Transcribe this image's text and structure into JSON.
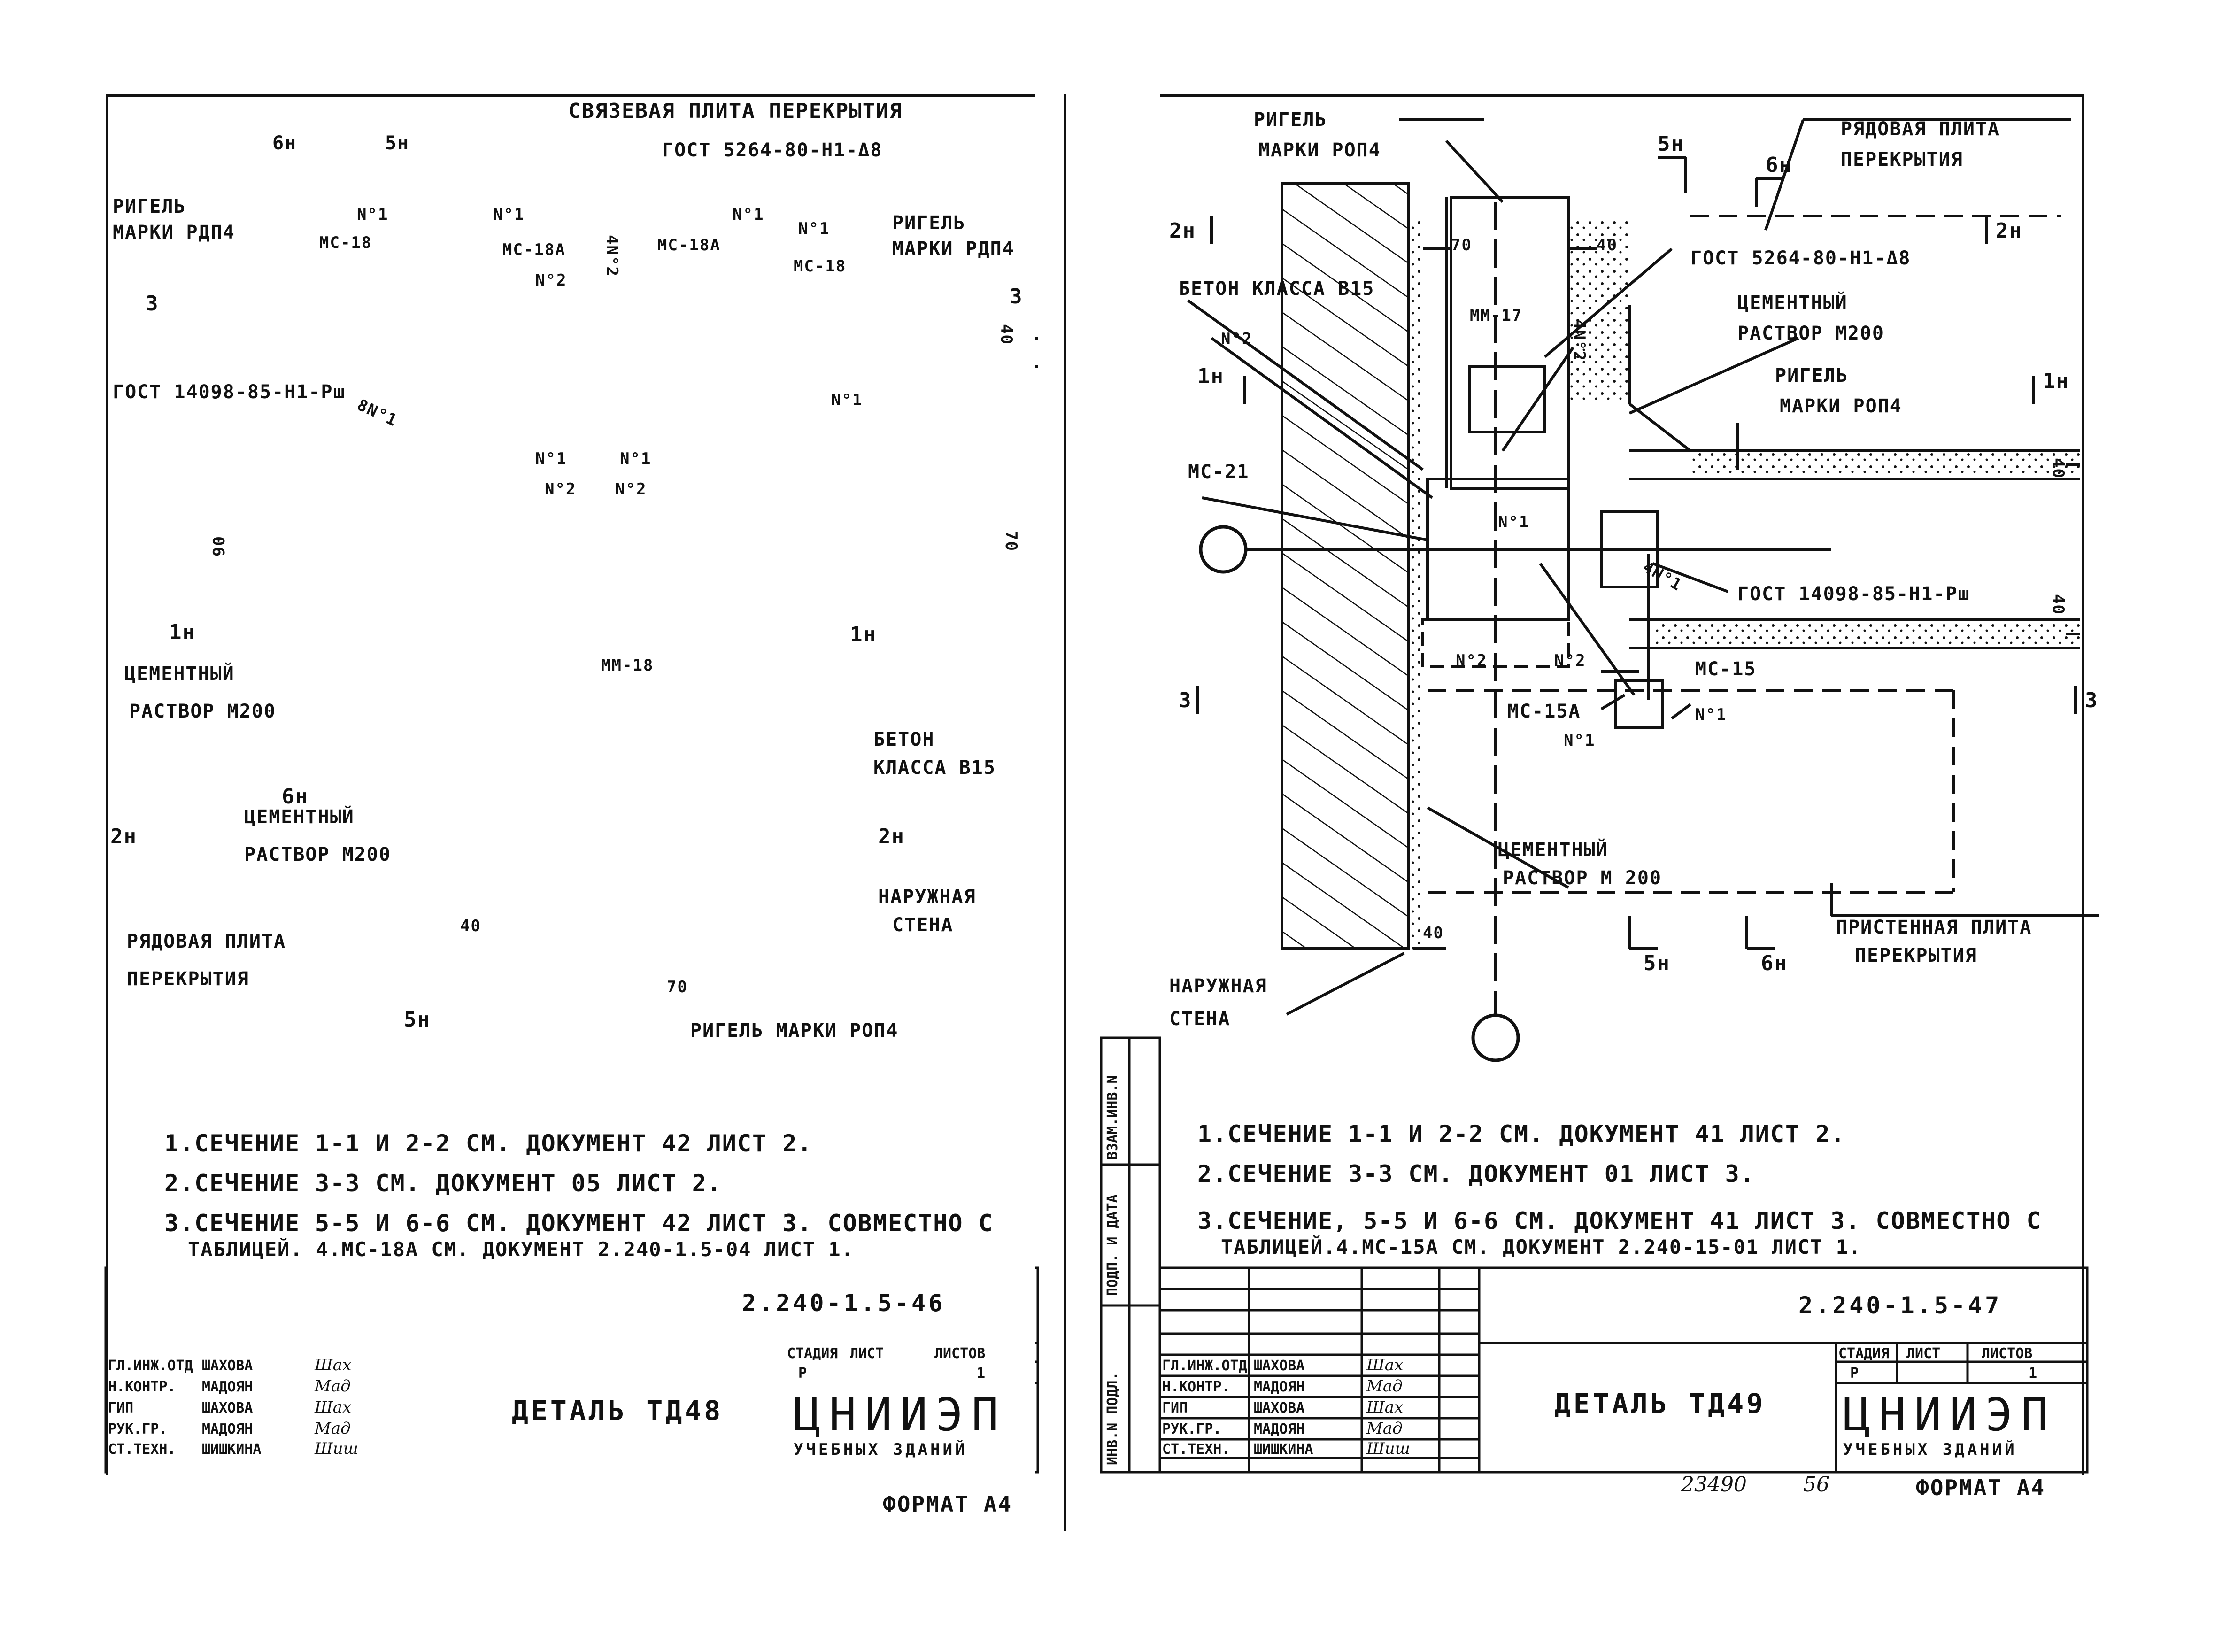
{
  "left_sheet": {
    "labels": {
      "section_6n_top": "6н",
      "section_5n_top": "5н",
      "tie_slab": "СВЯЗЕВАЯ ПЛИТА ПЕРЕКРЫТИЯ",
      "tie_slab_gost": "ГОСТ 5264-80-Н1-Δ8",
      "rigel_left_1": "РИГЕЛЬ",
      "rigel_left_2": "МАРКИ РДП4",
      "rigel_right_1": "РИГЕЛЬ",
      "rigel_right_2": "МАРКИ РДП4",
      "no1_a": "N°1",
      "no1_b": "N°1",
      "no1_c": "N°1",
      "no1_d": "N°1",
      "ms18_left": "МС-18",
      "ms18a_left": "МС-18А",
      "ms18a_right": "МС-18А",
      "ms18_right": "МС-18",
      "no2_top": "N°2",
      "vert_4no2": "4N°2",
      "section_3_left": "3",
      "section_3_right": "3",
      "dim_40_top": "40",
      "gost_left": "ГОСТ 14098-85-Н1-Рш",
      "n8no1": "8N°1",
      "no1_right_block": "N°1",
      "no1_mid_l": "N°1",
      "no1_mid_r": "N°1",
      "no2_mid_l": "N°2",
      "no2_mid_r": "N°2",
      "dim_90": "90",
      "dim_70_right": "70",
      "section_1n_left": "1н",
      "section_1n_right": "1н",
      "mm18": "ММ-18",
      "cement_1": "ЦЕМЕНТНЫЙ",
      "cement_2": "РАСТВОР М200",
      "concrete_1": "БЕТОН",
      "concrete_2": "КЛАССА В15",
      "section_6n_mid": "6н",
      "section_2n_left": "2н",
      "section_2n_right": "2н",
      "cement_b1": "ЦЕМЕНТНЫЙ",
      "cement_b2": "РАСТВОР М200",
      "outer_wall_1": "НАРУЖНАЯ",
      "outer_wall_2": "СТЕНА",
      "ordinary_slab_1": "РЯДОВАЯ ПЛИТА",
      "ordinary_slab_2": "ПЕРЕКРЫТИЯ",
      "dim_40_bottom": "40",
      "section_5n_bottom": "5н",
      "dim_70_bottom": "70",
      "rigel_bottom": "РИГЕЛЬ МАРКИ РОП4"
    },
    "notes": [
      "1.СЕЧЕНИЕ  1-1 И 2-2 СМ. ДОКУМЕНТ 42 ЛИСТ 2.",
      "2.СЕЧЕНИЕ  3-3 СМ. ДОКУМЕНТ 05 ЛИСТ 2.",
      "3.СЕЧЕНИЕ  5-5 И 6-6 СМ. ДОКУМЕНТ 42 ЛИСТ 3. СОВМЕСТНО С",
      "ТАБЛИЦЕЙ. 4.МС-18А СМ. ДОКУМЕНТ 2.240-1.5-04 ЛИСТ 1."
    ],
    "stamp": {
      "code": "2.240-1.5-46",
      "title": "ДЕТАЛЬ ТД48",
      "roles": [
        "ГЛ.ИНЖ.ОТД",
        "Н.КОНТР.",
        "ГИП",
        "РУК.ГР.",
        "СТ.ТЕХН."
      ],
      "names": [
        "ШАХОВА",
        "МАДОЯН",
        "ШАХОВА",
        "МАДОЯН",
        "ШИШКИНА"
      ],
      "signatures": [
        "Шах",
        "Мад",
        "Шах",
        "Мад",
        "Шиш"
      ],
      "stage_label": "СТАДИЯ",
      "sheet_label": "ЛИСТ",
      "sheets_label": "ЛИСТОВ",
      "stage": "Р",
      "sheets": "1",
      "org": "ЦНИИЭП",
      "org_sub": "УЧЕБНЫХ  ЗДАНИЙ"
    },
    "format": "ФОРМАТ А4"
  },
  "right_sheet": {
    "labels": {
      "rigel_top_1": "РИГЕЛЬ",
      "rigel_top_2": "МАРКИ РОП4",
      "section_5n_top": "5н",
      "section_6n_top": "6н",
      "ordinary_slab_1": "РЯДОВАЯ ПЛИТА",
      "ordinary_slab_2": "ПЕРЕКРЫТИЯ",
      "section_2n_left": "2н",
      "section_2n_right": "2н",
      "dim_70": "70",
      "dim_40": "40",
      "gost_top": "ГОСТ 5264-80-Н1-Δ8",
      "concrete": "БЕТОН КЛАССА В15",
      "mm17": "ММ-17",
      "cement_1": "ЦЕМЕНТНЫЙ",
      "cement_2": "РАСТВОР М200",
      "no2_left": "N°2",
      "vert_4no2": "4N°2",
      "section_1n_left": "1н",
      "section_1n_right": "1н",
      "rigel_mid_1": "РИГЕЛЬ",
      "rigel_mid_2": "МАРКИ РОП4",
      "ms21": "МС-21",
      "dim_40_r1": "40",
      "no1_mid": "N°1",
      "n4no1": "4N°1",
      "gost_mid": "ГОСТ 14098-85-Н1-Рш",
      "dim_40_r2": "40",
      "no2_a": "N°2",
      "no2_b": "N°2",
      "ms15": "МС-15",
      "section_3_left": "3",
      "section_3_right": "3",
      "ms15a": "МС-15А",
      "no1_bottom": "N°1",
      "no1_bottom_r": "N°1",
      "cement_b1": "ЦЕМЕНТНЫЙ",
      "cement_b2": "РАСТВОР М 200",
      "wall_slab_1": "ПРИСТЕННАЯ ПЛИТА",
      "wall_slab_2": "ПЕРЕКРЫТИЯ",
      "dim_40_bottom": "40",
      "section_5n_bottom": "5н",
      "section_6n_bottom": "6н",
      "outer_wall_1": "НАРУЖНАЯ",
      "outer_wall_2": "СТЕНА"
    },
    "notes": [
      "1.СЕЧЕНИЕ  1-1 И 2-2 СМ. ДОКУМЕНТ 41 ЛИСТ 2.",
      "2.СЕЧЕНИЕ  3-3 СМ. ДОКУМЕНТ 01 ЛИСТ 3.",
      "3.СЕЧЕНИЕ, 5-5 И 6-6 СМ. ДОКУМЕНТ 41 ЛИСТ 3. СОВМЕСТНО С",
      "ТАБЛИЦЕЙ.4.МС-15А СМ. ДОКУМЕНТ 2.240-15-01 ЛИСТ 1."
    ],
    "side_strip": [
      "ИНВ.N ПОДЛ.",
      "ПОДП. И ДАТА",
      "ВЗАМ.ИНВ.N"
    ],
    "stamp": {
      "code": "2.240-1.5-47",
      "title": "ДЕТАЛЬ ТД49",
      "roles": [
        "ГЛ.ИНЖ.ОТД",
        "Н.КОНТР.",
        "ГИП",
        "РУК.ГР.",
        "СТ.ТЕХН."
      ],
      "names": [
        "ШАХОВА",
        "МАДОЯН",
        "ШАХОВА",
        "МАДОЯН",
        "ШИШКИНА"
      ],
      "signatures": [
        "Шах",
        "Мад",
        "Шах",
        "Мад",
        "Шиш"
      ],
      "stage_label": "СТАДИЯ",
      "sheet_label": "ЛИСТ",
      "sheets_label": "ЛИСТОВ",
      "stage": "Р",
      "sheets": "1",
      "org": "ЦНИИЭП",
      "org_sub": "УЧЕБНЫХ  ЗДАНИЙ"
    },
    "archive_no": "23490",
    "page_no": "56",
    "format": "ФОРМАТ А4"
  }
}
